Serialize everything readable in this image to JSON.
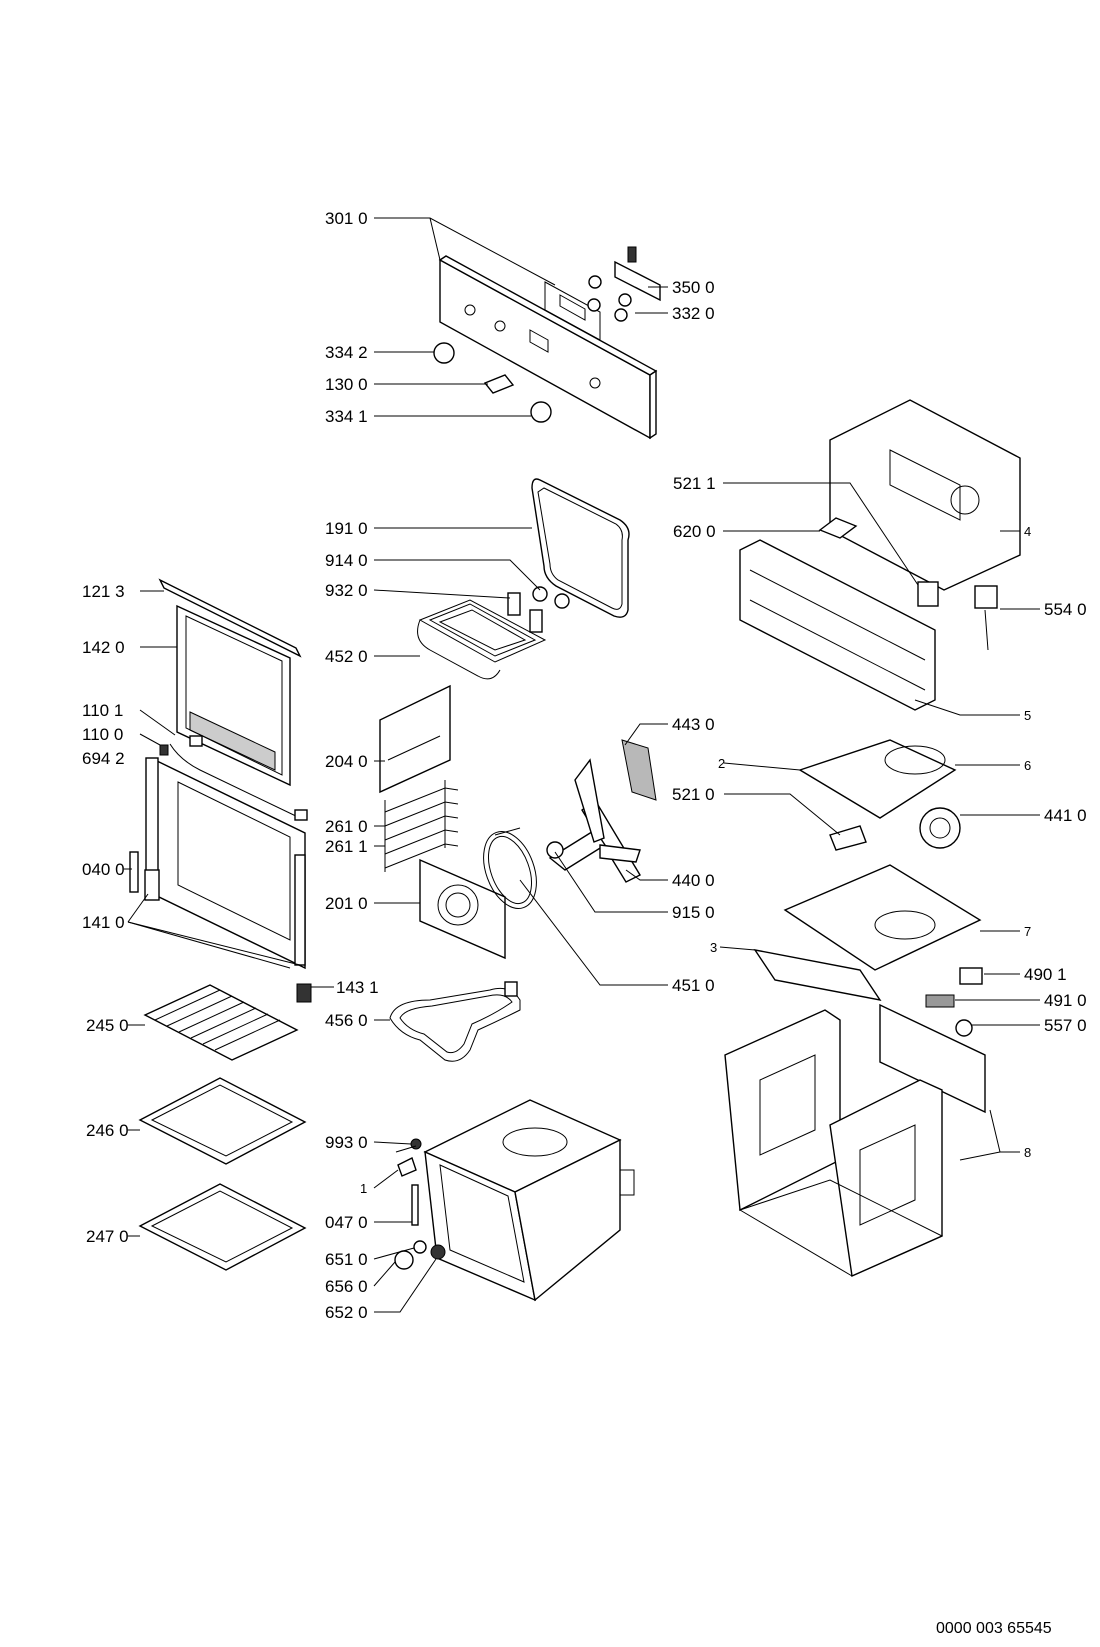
{
  "labels": {
    "l3010": "301 0",
    "l3500": "350 0",
    "l3320": "332 0",
    "l3342": "334 2",
    "l1300": "130 0",
    "l3341": "334 1",
    "l5211": "521 1",
    "l6200": "620 0",
    "l4": "4",
    "l5540": "554 0",
    "l5": "5",
    "l1910": "191 0",
    "l9140": "914 0",
    "l9320": "932 0",
    "l1213": "121 3",
    "l1420": "142 0",
    "l4520": "452 0",
    "l1101": "110 1",
    "l1100": "110 0",
    "l6942": "694 2",
    "l2040": "204 0",
    "l4430": "443 0",
    "l2": "2",
    "l6": "6",
    "l5210": "521 0",
    "l4410": "441 0",
    "l2610": "261 0",
    "l2611": "261 1",
    "l0400": "040 0",
    "l4400": "440 0",
    "l2010": "201 0",
    "l9150": "915 0",
    "l1410": "141 0",
    "l7": "7",
    "l3": "3",
    "l1431": "143 1",
    "l4510": "451 0",
    "l4901": "490 1",
    "l4910": "491 0",
    "l2450": "245 0",
    "l4560": "456 0",
    "l5570": "557 0",
    "l2460": "246 0",
    "l9930": "993 0",
    "l8": "8",
    "l1": "1",
    "l0470": "047 0",
    "l2470": "247 0",
    "l6510": "651 0",
    "l6560": "656 0",
    "l6520": "652 0"
  },
  "document_id": "0000 003 65545"
}
